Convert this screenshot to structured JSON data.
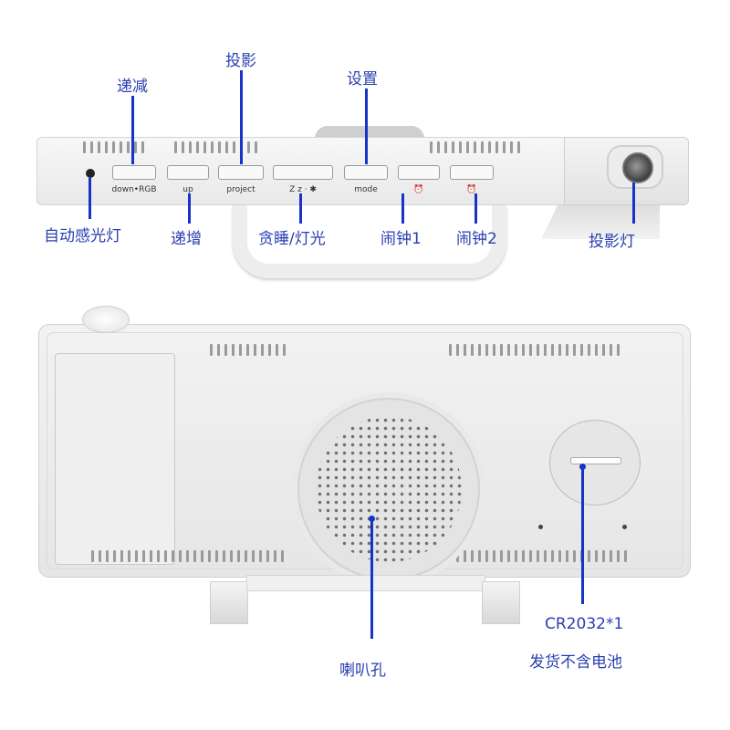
{
  "labels": {
    "decrease": "递减",
    "projection": "投影",
    "settings": "设置",
    "auto_light": "自动感光灯",
    "increase": "递增",
    "snooze_light": "贪睡/灯光",
    "alarm1": "闹钟1",
    "alarm2": "闹钟2",
    "projection_light": "投影灯",
    "speaker_holes": "喇叭孔",
    "battery_model": "CR2032*1",
    "battery_note": "发货不含电池"
  },
  "buttons": {
    "down": "down•RGB",
    "up": "up",
    "project": "project",
    "snooze": "Z z · ✱",
    "mode": "mode",
    "alarm1_icon": "⏰",
    "alarm2_icon": "⏰"
  },
  "colors": {
    "annotation": "#1733c8",
    "device": "#ececec"
  }
}
